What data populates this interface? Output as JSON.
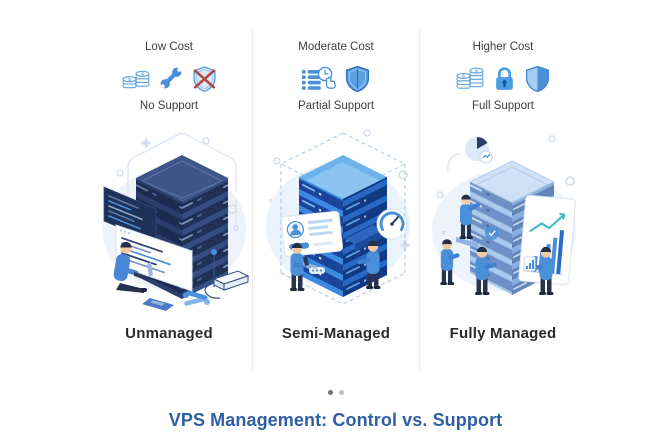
{
  "title": "VPS Management: Control vs. Support",
  "columns": [
    {
      "cost_label": "Low Cost",
      "support_label": "No Support",
      "tier_label": "Unmanaged",
      "icons": [
        "coins-icon",
        "wrench-icon",
        "shield-crossed-icon"
      ]
    },
    {
      "cost_label": "Moderate Cost",
      "support_label": "Partial Support",
      "tier_label": "Semi-Managed",
      "icons": [
        "options-click-icon",
        "shield-icon"
      ]
    },
    {
      "cost_label": "Higher Cost",
      "support_label": "Full Support",
      "tier_label": "Fully Managed",
      "icons": [
        "coins-icon",
        "lock-icon",
        "shield-icon"
      ]
    }
  ],
  "pagination": {
    "total_dots": 2,
    "active_dot": 1
  },
  "colors": {
    "accent": "#4a90d9",
    "title": "#2e5fa5",
    "heading_text": "#3e3e3e",
    "tier_text": "#2b2b2b",
    "divider": "#ececec",
    "dot_active": "#67728f",
    "dot_inactive": "#b6c0d6",
    "red_cross": "#b2453f",
    "navy_tower": "#2a3f6c",
    "blue_tower": "#3b8ae2",
    "light_tower": "#a9c9ee"
  }
}
